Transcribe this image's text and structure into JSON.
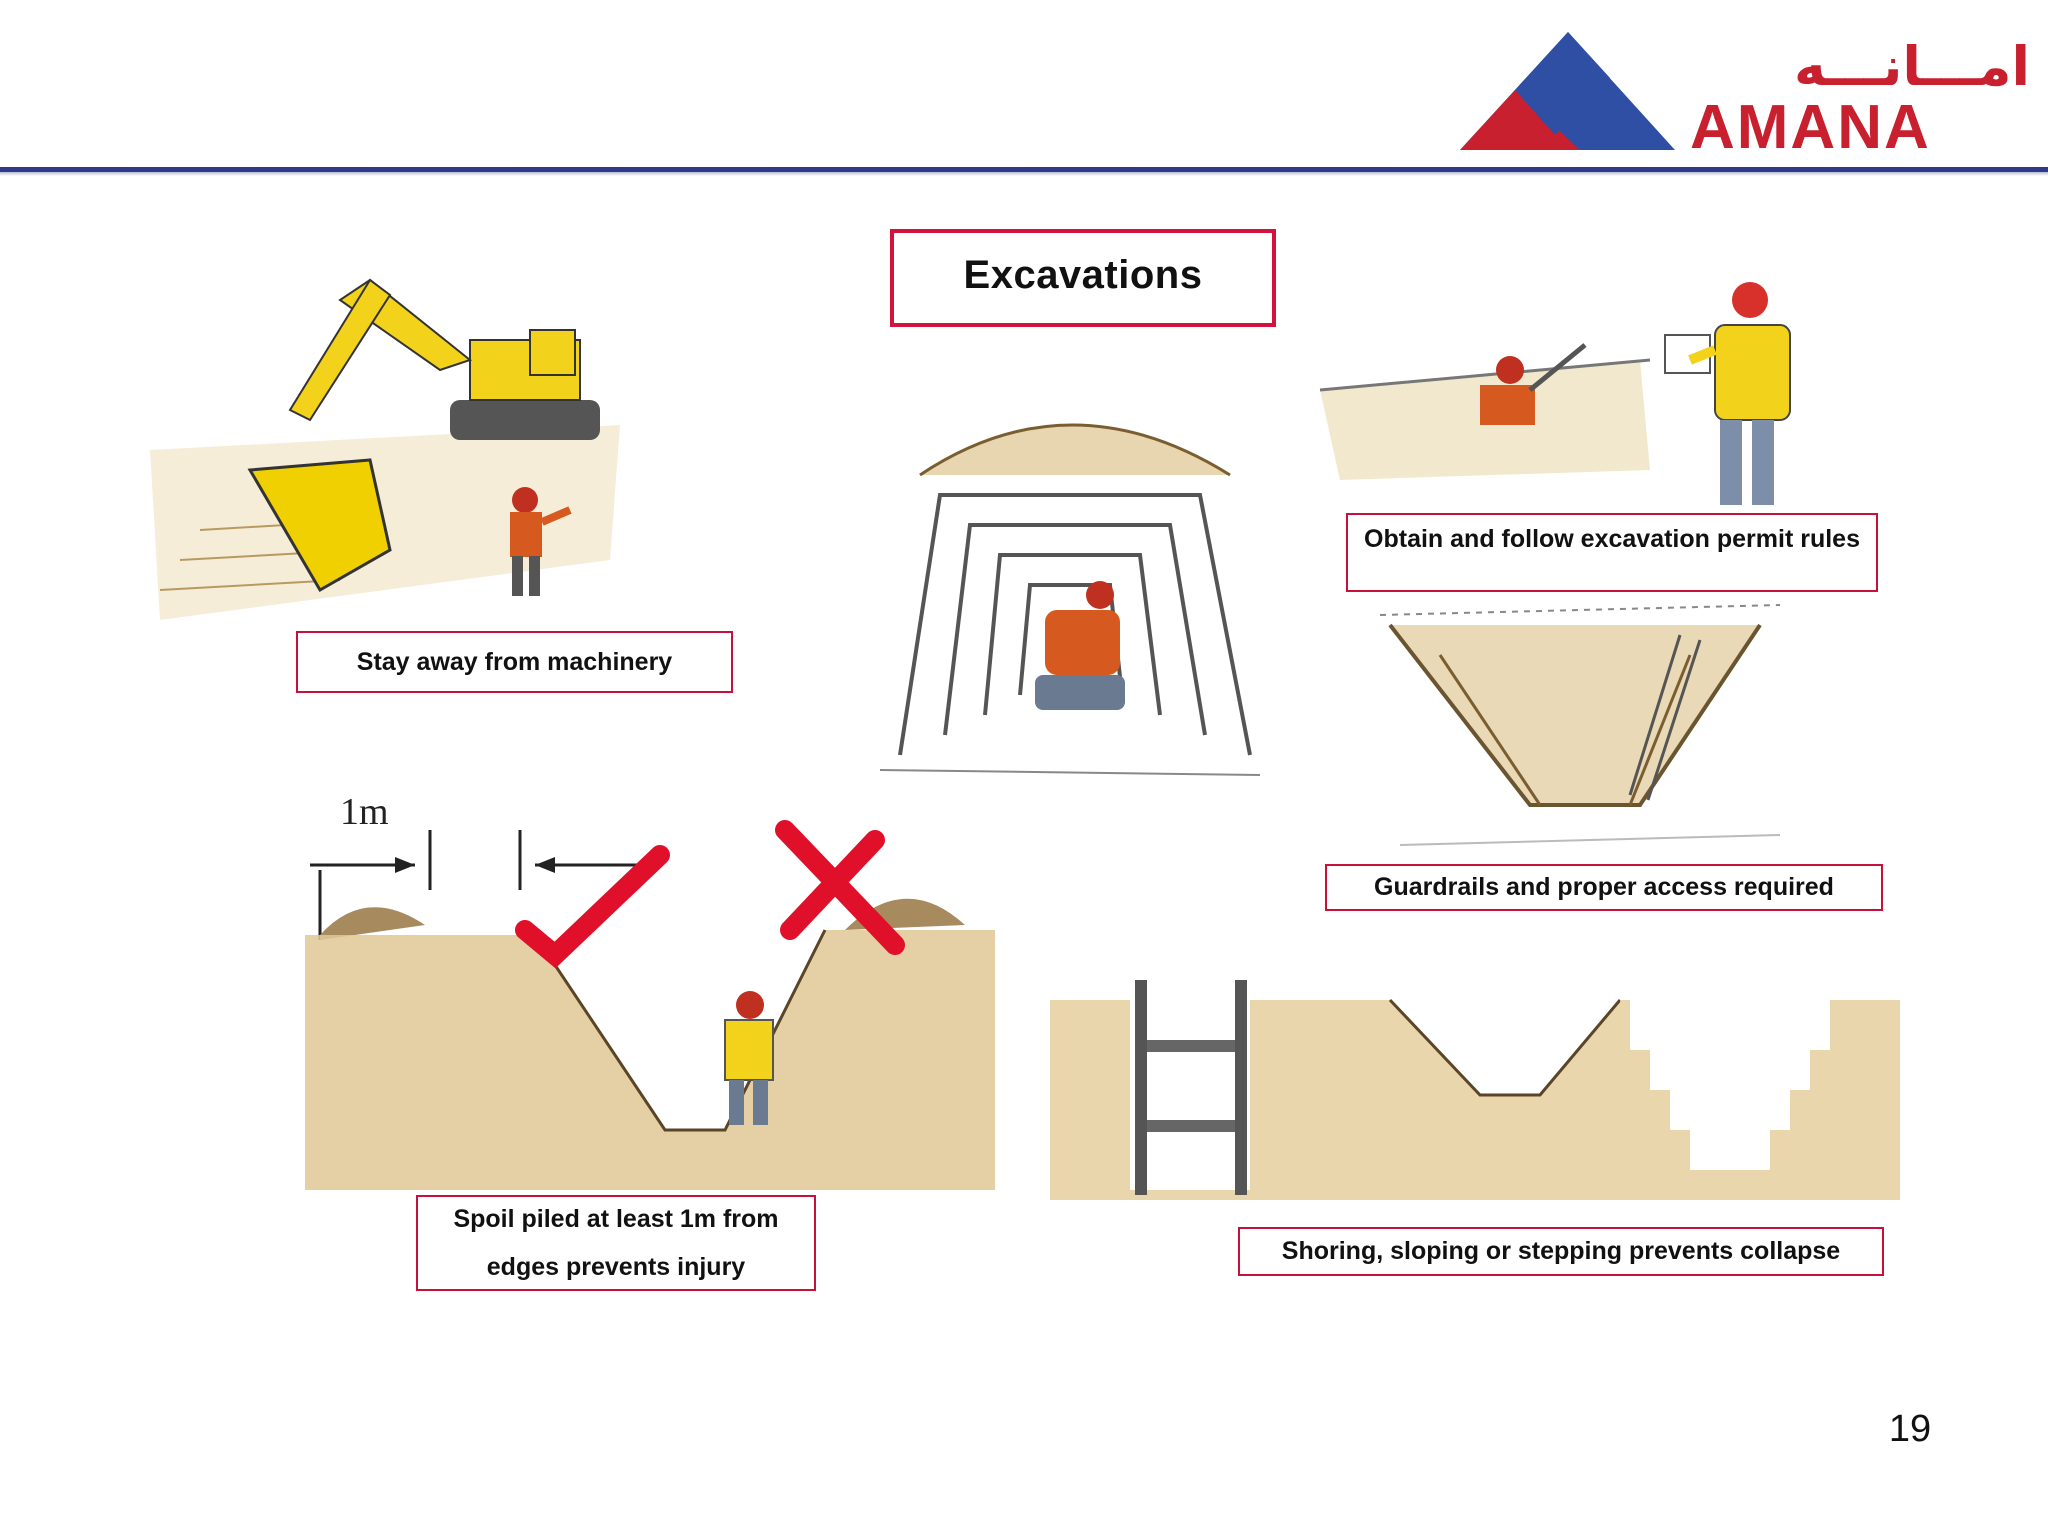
{
  "logo": {
    "arabic_text": "امـــانـــه",
    "english_text": "AMANA",
    "brand_red": "#c8202f",
    "brand_blue": "#2e4fa3"
  },
  "header": {
    "rule_color": "#2e3a8c"
  },
  "title": "Excavations",
  "captions": {
    "machinery": "Stay away from machinery",
    "permit": "Obtain and follow excavation permit rules",
    "guardrails": "Guardrails and proper access required",
    "spoil_line1": "Spoil piled at least 1m from",
    "spoil_line2": "edges prevents injury",
    "shoring": "Shoring, sloping or stepping prevents collapse"
  },
  "diagram": {
    "distance_label": "1m"
  },
  "page_number": "19",
  "illustrations": [
    {
      "name": "excavator-worker-illustration",
      "icon": "excavator-icon"
    },
    {
      "name": "tunnel-shoring-illustration",
      "icon": "tunnel-icon"
    },
    {
      "name": "permit-inspector-illustration",
      "icon": "inspector-icon"
    },
    {
      "name": "guardrail-trench-illustration",
      "icon": "trench-icon"
    },
    {
      "name": "spoil-distance-illustration",
      "icon": "trench-icon"
    },
    {
      "name": "shoring-methods-illustration",
      "icon": "trench-icon"
    }
  ],
  "colors": {
    "caption_border": "#c8103a",
    "title_border": "#d3123d",
    "soil": "#c9a35e",
    "machine": "#f2d21b"
  }
}
